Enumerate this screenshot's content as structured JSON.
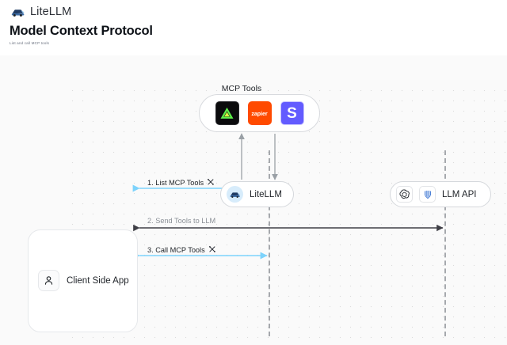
{
  "header": {
    "brand": "LiteLLM",
    "brand_icon": "litellm-car-icon",
    "title": "Model Context Protocol",
    "subtitle": "List and call MCP tools"
  },
  "diagram": {
    "mcp_group": {
      "label": "MCP Tools",
      "tools": [
        {
          "name": "linear",
          "icon": "linear-triangle-icon",
          "bg": "#0b0b0d",
          "fg": "#4ade2f",
          "text": ""
        },
        {
          "name": "zapier",
          "icon": "zapier-wordmark-icon",
          "bg": "#ff4a00",
          "fg": "#ffffff",
          "text": "zapier"
        },
        {
          "name": "stripe",
          "icon": "stripe-s-icon",
          "bg": "#635bff",
          "fg": "#ffffff",
          "text": "S"
        }
      ]
    },
    "nodes": [
      {
        "id": "litellm",
        "label": "LiteLLM",
        "icons": [
          "litellm-car-icon"
        ]
      },
      {
        "id": "llm_api",
        "label": "LLM API",
        "icons": [
          "openai-icon",
          "anthropic-icon"
        ]
      },
      {
        "id": "client",
        "label": "Client Side App",
        "icons": [
          "person-icon"
        ]
      }
    ],
    "edges": [
      {
        "id": "step1",
        "label": "1. List MCP Tools",
        "icon": "tools-icon",
        "color": "#7dd3fc",
        "direction": "both"
      },
      {
        "id": "step2",
        "label": "2. Send Tools to LLM",
        "icon": "",
        "color": "#3f3f46",
        "direction": "both"
      },
      {
        "id": "step3",
        "label": "3. Call MCP Tools",
        "icon": "tools-icon",
        "color": "#7dd3fc",
        "direction": "both"
      }
    ],
    "colors": {
      "blue_edge": "#7dd3fc",
      "dark_edge": "#3f3f46",
      "lifeline": "#a6a9ad",
      "canvas_bg": "#fafafa"
    }
  }
}
